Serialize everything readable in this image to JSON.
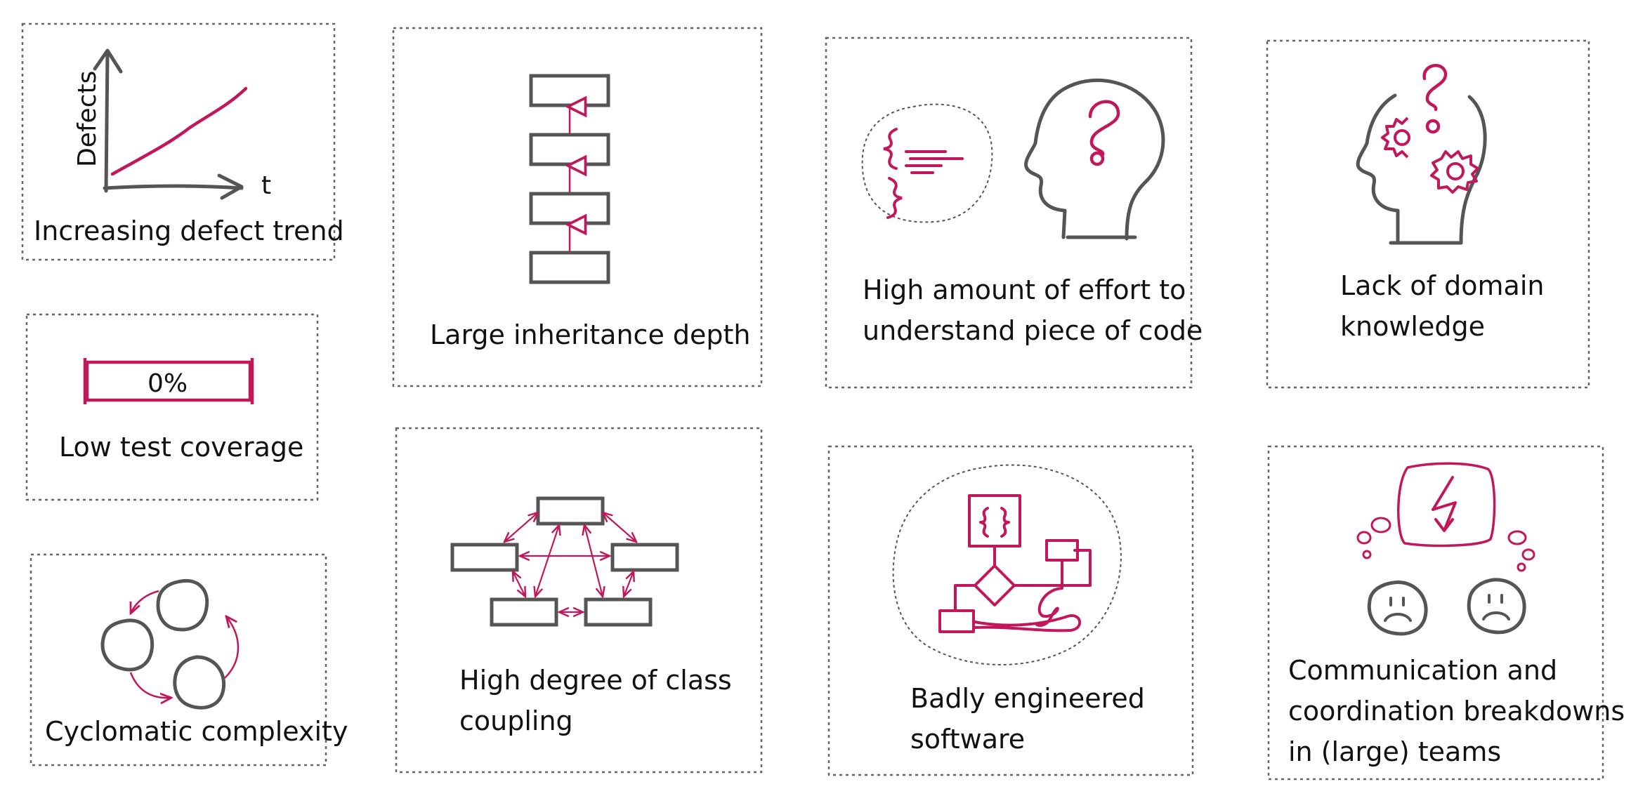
{
  "colors": {
    "ink": "#555555",
    "accent": "#c2185b",
    "frame": "#666666"
  },
  "panels": {
    "defect_trend": {
      "label": "Increasing defect trend",
      "y_axis": "Defects",
      "x_axis": "t"
    },
    "test_coverage": {
      "label": "Low test coverage",
      "value": "0%"
    },
    "cyclomatic": {
      "label": "Cyclomatic complexity"
    },
    "inheritance": {
      "label": "Large inheritance depth"
    },
    "coupling": {
      "label_line1": "High degree of class",
      "label_line2": "coupling"
    },
    "effort": {
      "label_line1": "High amount of effort to",
      "label_line2": "understand piece of code"
    },
    "badly_engineered": {
      "label_line1": "Badly engineered",
      "label_line2": "software"
    },
    "domain_knowledge": {
      "label_line1": "Lack of domain",
      "label_line2": "knowledge"
    },
    "communication": {
      "label_line1": "Communication and",
      "label_line2": "coordination breakdowns",
      "label_line3": "in (large) teams"
    }
  },
  "icons": [
    "line-chart-icon",
    "progress-bar-icon",
    "cycle-icon",
    "inheritance-stack-icon",
    "class-network-icon",
    "code-snippet-icon",
    "confused-head-icon",
    "flowchart-icon",
    "head-with-gears-icon",
    "thought-bubble-lightning-icon",
    "sad-face-icon"
  ]
}
